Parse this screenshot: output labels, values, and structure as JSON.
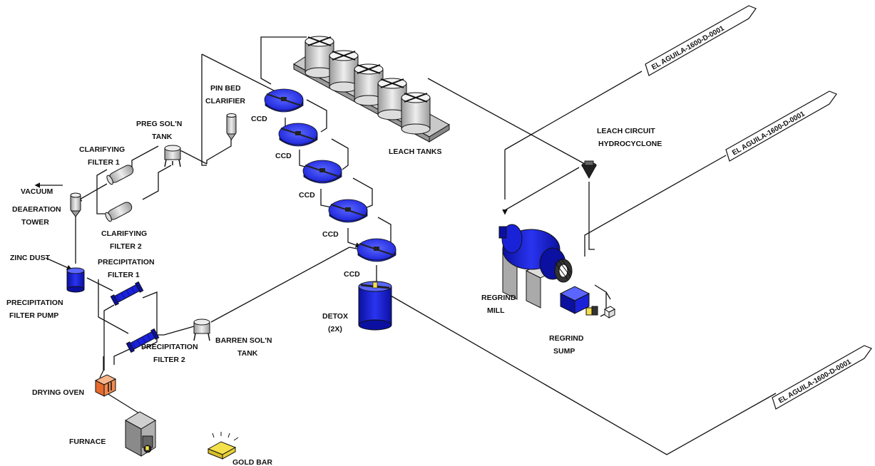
{
  "labels": {
    "vacuum": "VACUUM",
    "deaeration_1": "DEAERATION",
    "deaeration_2": "TOWER",
    "zinc_dust": "ZINC DUST",
    "pfp_1": "PRECIPITATION",
    "pfp_2": "FILTER PUMP",
    "clar1_1": "CLARIFYING",
    "clar1_2": "FILTER 1",
    "clar2_1": "CLARIFYING",
    "clar2_2": "FILTER 2",
    "preg_1": "PREG SOL'N",
    "preg_2": "TANK",
    "pinbed_1": "PIN BED",
    "pinbed_2": "CLARIFIER",
    "pf1_1": "PRECIPITATION",
    "pf1_2": "FILTER 1",
    "pf2_1": "PRECIPITATION",
    "pf2_2": "FILTER 2",
    "barren_1": "BARREN SOL'N",
    "barren_2": "TANK",
    "drying_oven": "DRYING OVEN",
    "furnace": "FURNACE",
    "gold_bar": "GOLD BAR",
    "ccd": "CCD",
    "detox_1": "DETOX",
    "detox_2": "(2X)",
    "leach_tanks": "LEACH TANKS",
    "hydro_1": "LEACH CIRCUIT",
    "hydro_2": "HYDROCYCLONE",
    "regrind_mill_1": "REGRIND",
    "regrind_mill_2": "MILL",
    "regrind_sump_1": "REGRIND",
    "regrind_sump_2": "SUMP"
  },
  "refs": {
    "ref_top": "EL AGUILA-1600-D-0001",
    "ref_mid": "EL AGUILA-1600-D-0001",
    "ref_bottom": "EL AGUILA-1600-D-0001"
  },
  "colors": {
    "equipment_blue": "#1a22d8",
    "dark_blue": "#0a0f8a",
    "oven_orange": "#f08a50",
    "gold_yellow": "#f4e04a",
    "gray": "#b8b8b8"
  }
}
